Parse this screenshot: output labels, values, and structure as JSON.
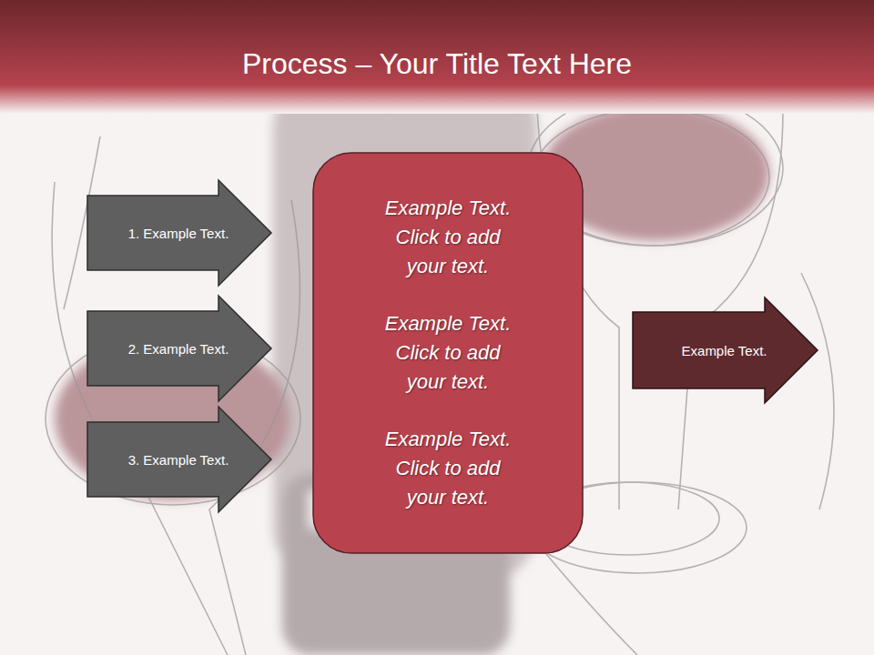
{
  "diagram": {
    "title": "Process – Your Title Text Here",
    "nodes": [
      {
        "text": [
          "1. Example Text."
        ]
      },
      {
        "text": [
          "2. Example Text."
        ]
      },
      {
        "text": [
          "3. Example Text."
        ]
      },
      {
        "text": [
          "Example Text. Click  to add your text.",
          "Example Text. Click  to add your text.",
          "Example Text. Click  to add your text."
        ]
      },
      {
        "text": [
          "Example Text."
        ]
      }
    ]
  }
}
